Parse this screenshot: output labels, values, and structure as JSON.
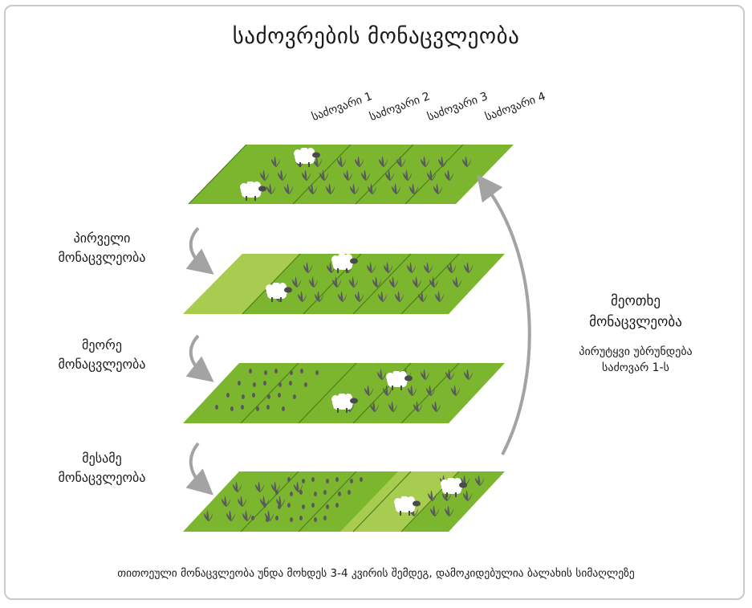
{
  "title": "საძოვრების მონაცვლეობა",
  "plots": [
    "საძოვარი 1",
    "საძოვარი 2",
    "საძოვარი 3",
    "საძოვარი 4"
  ],
  "rotations": [
    {
      "line1": "პირველი",
      "line2": "მონაცვლეობა"
    },
    {
      "line1": "მეორე",
      "line2": "მონაცვლეობა"
    },
    {
      "line1": "მესამე",
      "line2": "მონაცვლეობა"
    }
  ],
  "fourth": {
    "line1": "მეოთხე",
    "line2": "მონაცვლეობა"
  },
  "return_note": {
    "line1": "პირუტყვი უბრუნდება",
    "line2": "საძოვარ 1-ს"
  },
  "footer": "თითოეული მონაცვლეობა უნდა მოხდეს 3-4 კვირის შემდეგ, დამოკიდებულია ბალახის სიმაღლეზე",
  "colors": {
    "field": "#7bb62e",
    "field_light": "#a7cc4f",
    "field_line": "#4f7f1c",
    "grass": "#5a5a5e",
    "sheep": "#ffffff",
    "arrow": "#a3a3a3",
    "frame": "#c9c9c9"
  }
}
